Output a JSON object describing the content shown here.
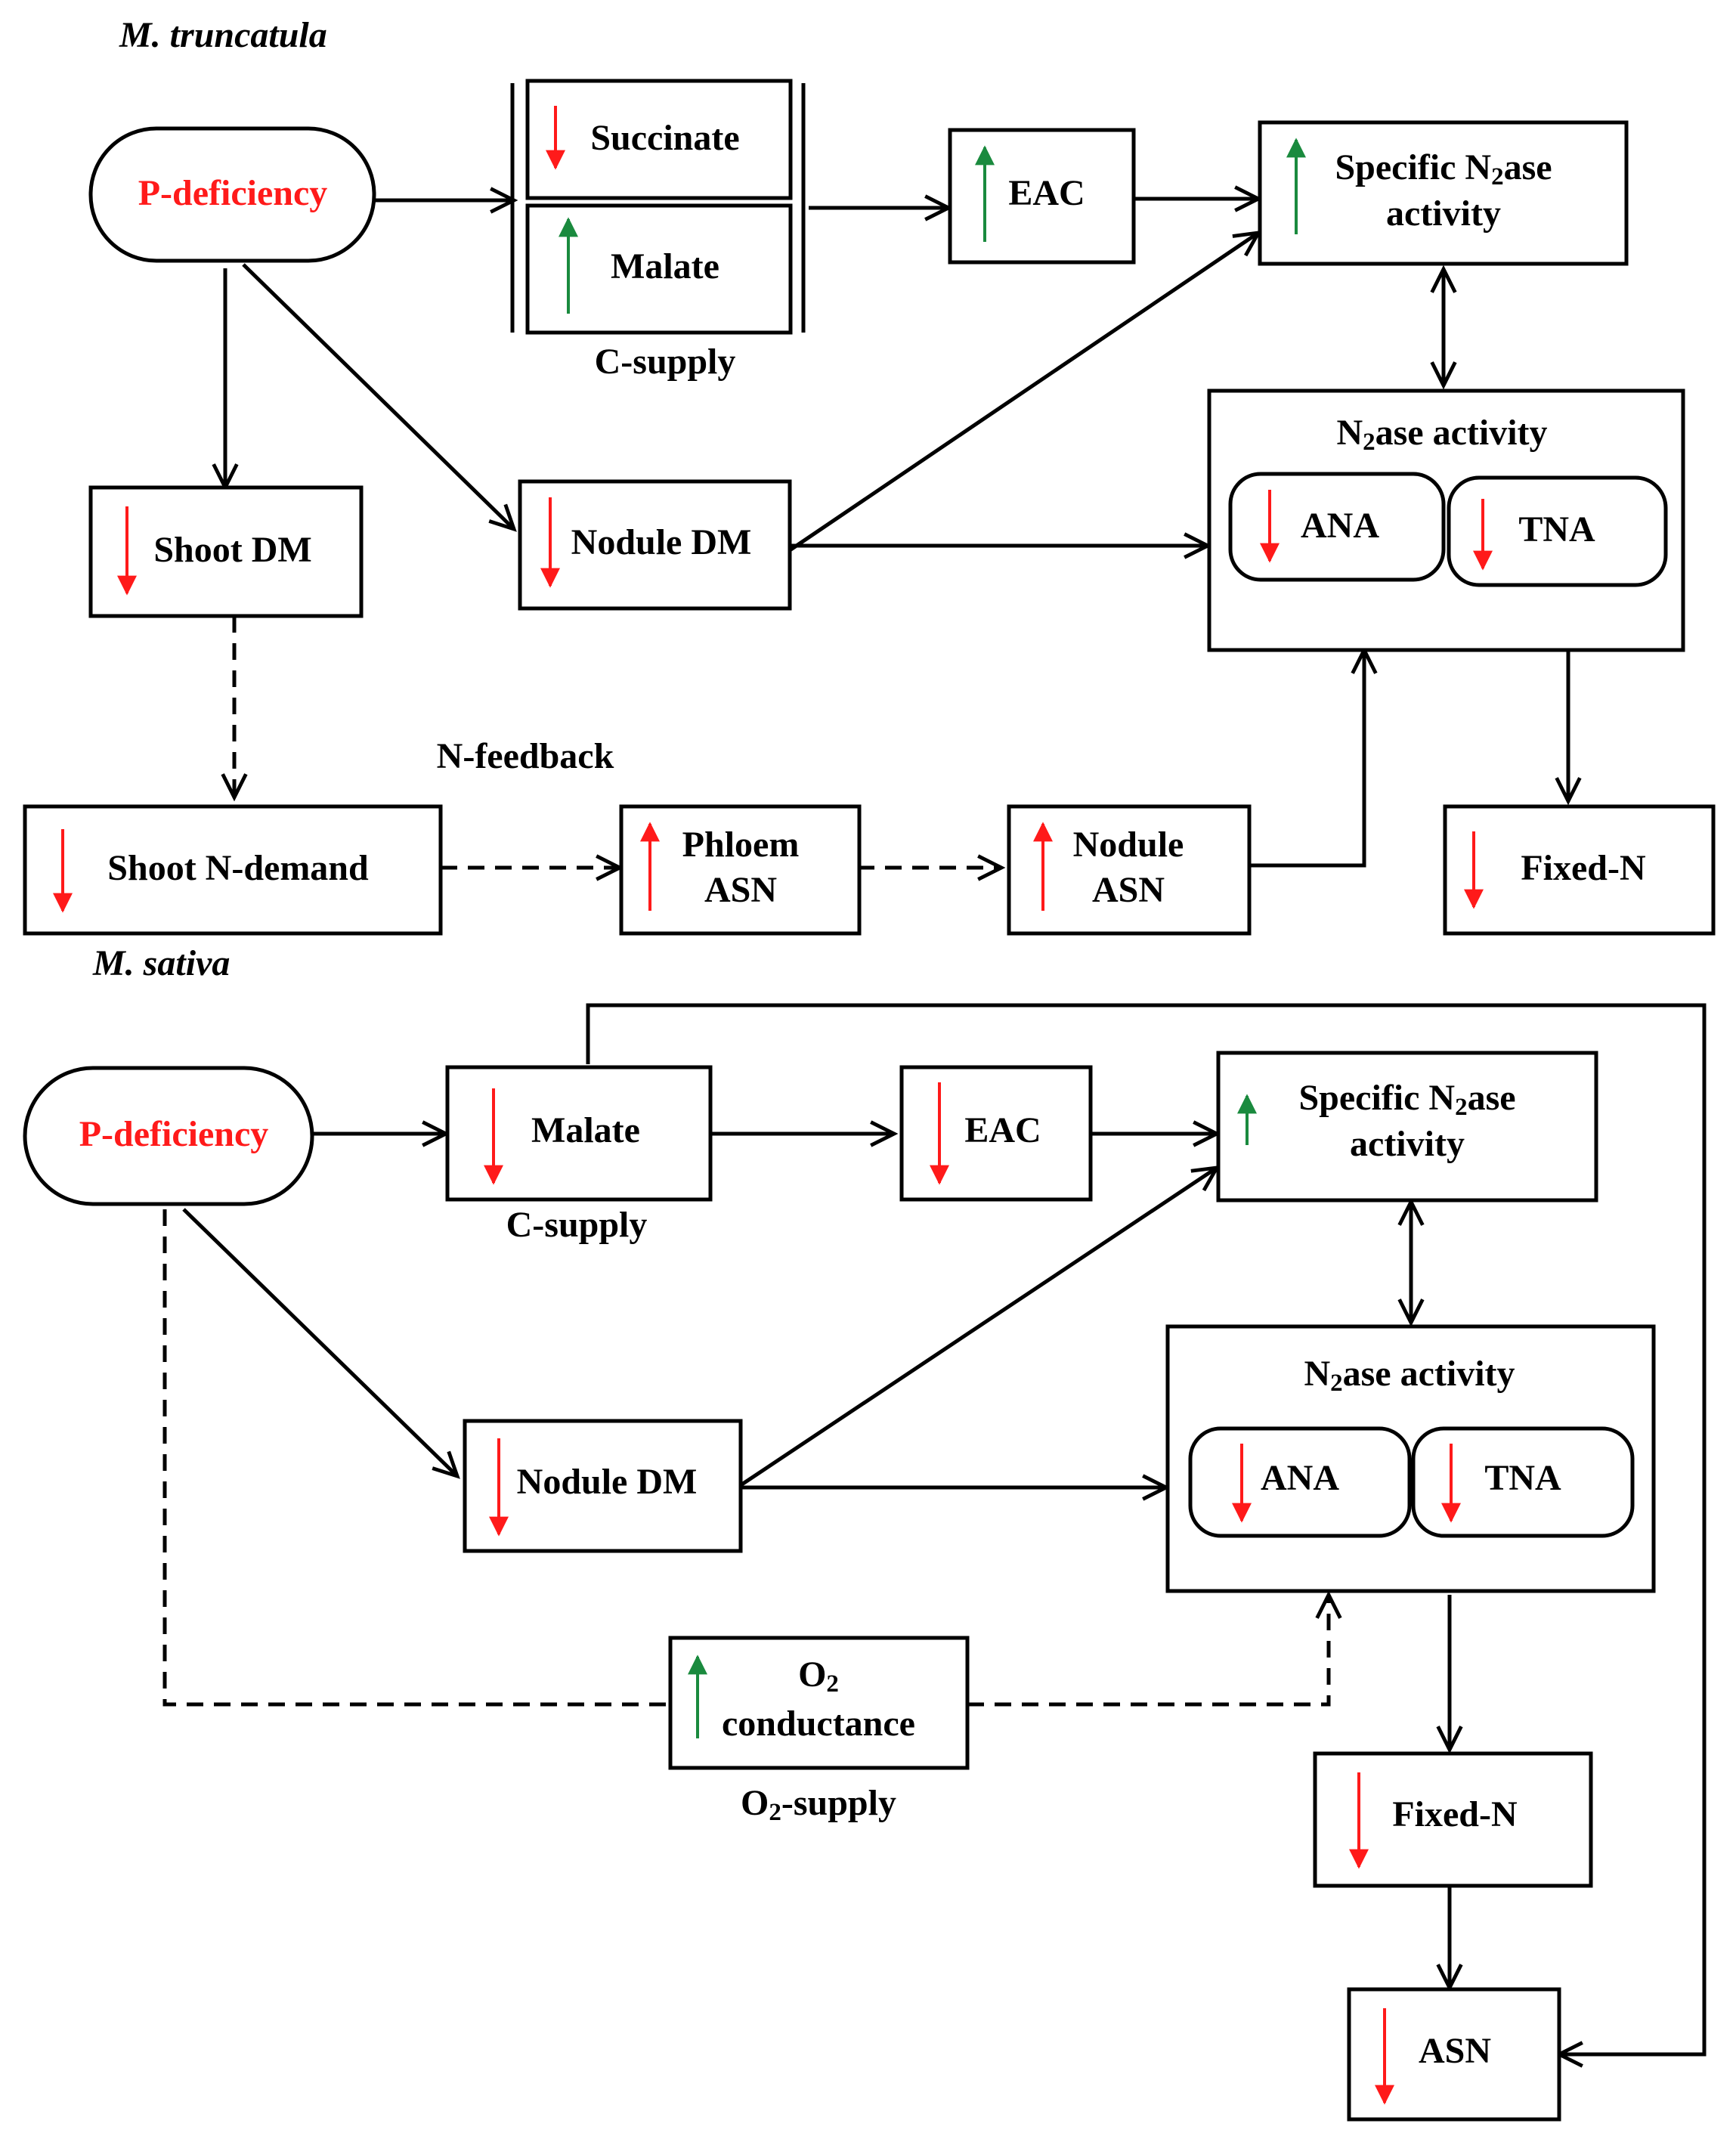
{
  "colors": {
    "red": "#ff1a1a",
    "green": "#1a8a3e",
    "black": "#000000"
  },
  "top": {
    "species": "M. truncatula",
    "p_deficiency": "P-deficiency",
    "succinate": "Succinate",
    "malate": "Malate",
    "c_supply": "C-supply",
    "eac": "EAC",
    "specific_n2ase": {
      "line1": "Specific N",
      "sub": "2",
      "line1_rest": "ase",
      "line2": "activity"
    },
    "n2ase_activity": {
      "pre": "N",
      "sub": "2",
      "post": "ase activity"
    },
    "ana": "ANA",
    "tna": "TNA",
    "shoot_dm": "Shoot DM",
    "nodule_dm": "Nodule DM",
    "n_feedback": "N-feedback",
    "shoot_n_demand": "Shoot N-demand",
    "phloem_asn": {
      "line1": "Phloem",
      "line2": "ASN"
    },
    "nodule_asn": {
      "line1": "Nodule",
      "line2": "ASN"
    },
    "fixed_n": "Fixed-N"
  },
  "bottom": {
    "species": "M. sativa",
    "p_deficiency": "P-deficiency",
    "malate": "Malate",
    "c_supply": "C-supply",
    "eac": "EAC",
    "specific_n2ase": {
      "line1": "Specific N",
      "sub": "2",
      "line1_rest": "ase",
      "line2": "activity"
    },
    "n2ase_activity": {
      "pre": "N",
      "sub": "2",
      "post": "ase activity"
    },
    "ana": "ANA",
    "tna": "TNA",
    "nodule_dm": "Nodule DM",
    "o2_conductance": {
      "pre": "O",
      "sub": "2",
      "line2": "conductance"
    },
    "o2_supply": {
      "pre": "O",
      "sub": "2",
      "post": "-supply"
    },
    "fixed_n": "Fixed-N",
    "asn": "ASN"
  }
}
